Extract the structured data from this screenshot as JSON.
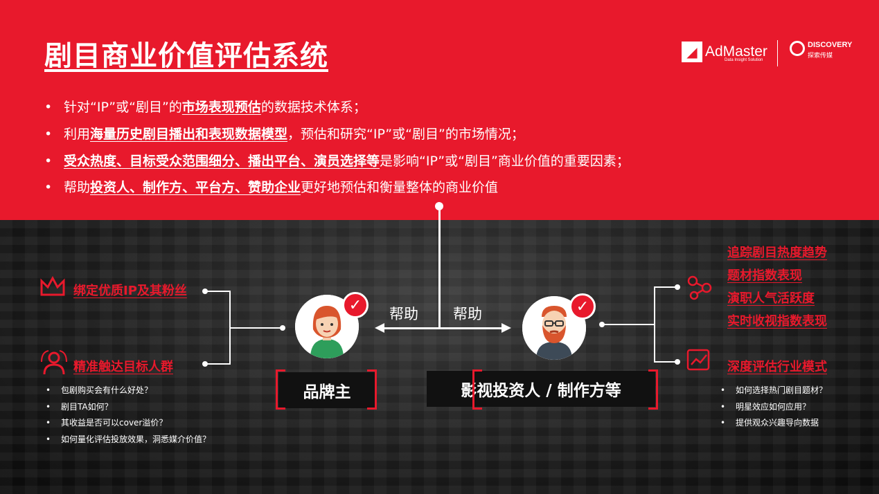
{
  "title": "剧目商业价值评估系统",
  "logos": {
    "admaster_name": "AdMaster",
    "admaster_sub": "Data Insight Solution",
    "discovery_name": "DISCOVERY",
    "discovery_cn": "探索传媒"
  },
  "bullets": [
    {
      "pre": "针对“IP”或“剧目”的 ",
      "bold": "市场表现预估",
      "post": " 的数据技术体系；"
    },
    {
      "pre": "利用 ",
      "bold": "海量历史剧目播出和表现数据模型",
      "post": "，预估和研究“IP”或“剧目”的市场情况；"
    },
    {
      "pre": "",
      "bold": "受众热度、目标受众范围细分、播出平台、演员选择等",
      "post": " 是影响“IP”或“剧目”商业价值的重要因素；"
    },
    {
      "pre": "帮助 ",
      "bold": "投资人、制作方、平台方、赞助企业",
      "post": " 更好地预估和衡量整体的商业价值"
    }
  ],
  "center": {
    "help_left": "帮助",
    "help_right": "帮助",
    "brand_label": "品牌主",
    "investor_label": "影视投资人 / 制作方等"
  },
  "left": {
    "heading1": "绑定优质IP及其粉丝",
    "heading2": "精准触达目标人群",
    "questions": [
      "包剧购买会有什么好处？",
      "剧目TA如何？",
      "其收益是否可以cover溢价？",
      "如何量化评估投放效果，洞悉媒介价值？"
    ]
  },
  "right": {
    "headings": [
      "追踪剧目热度趋势",
      "题材指数表现",
      "演职人气活跃度",
      "实时收视指数表现"
    ],
    "heading5": "深度评估行业模式",
    "questions": [
      "如何选择热门剧目题材？",
      "明星效应如何应用？",
      "提供观众兴趣导向数据"
    ]
  },
  "colors": {
    "accent": "#e8192c",
    "dark": "#111111",
    "white": "#ffffff"
  },
  "icons": [
    "crown-icon",
    "people-target-icon",
    "share-nodes-icon",
    "chart-edit-icon",
    "check-icon",
    "woman-avatar-icon",
    "bearded-man-avatar-icon"
  ]
}
